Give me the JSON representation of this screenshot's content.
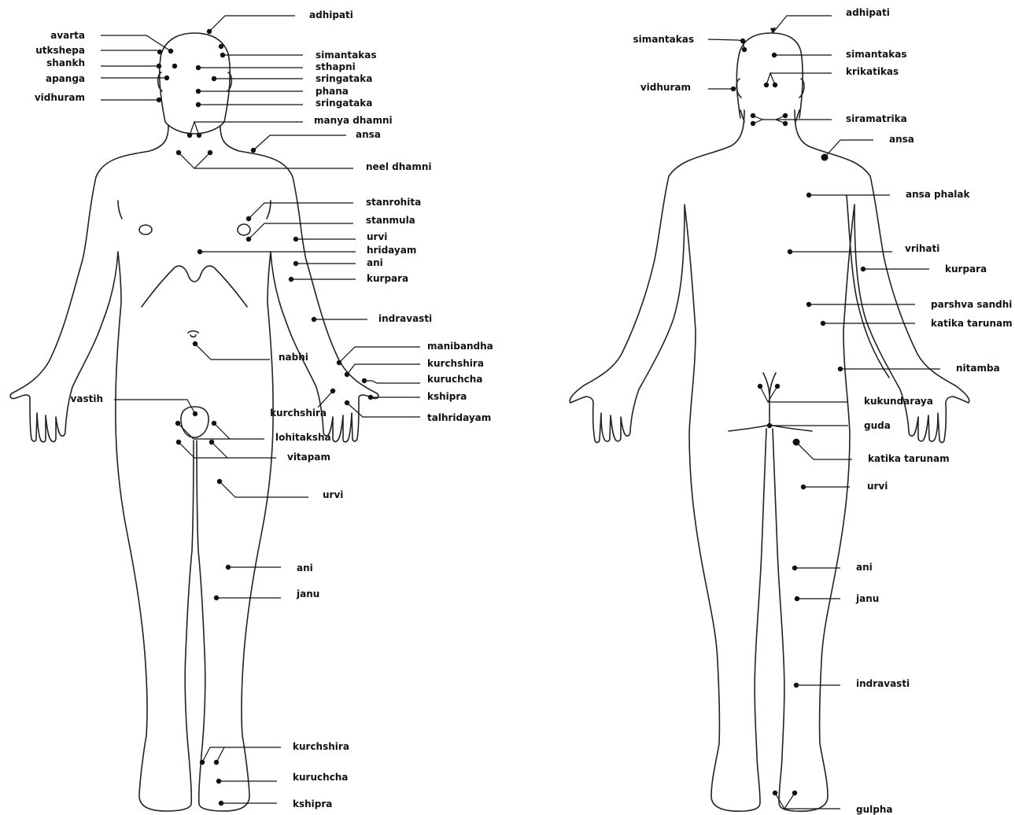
{
  "figures": [
    {
      "view": "front",
      "labels": {
        "adhipati": "adhipati",
        "avarta": "avarta",
        "utkshepa": "utkshepa",
        "shankh": "shankh",
        "apanga": "apanga",
        "vidhuram": "vidhuram",
        "simantakas": "simantakas",
        "sthapni": "sthapni",
        "sringataka_1": "sringataka",
        "phana": "phana",
        "sringataka_2": "sringataka",
        "manya_dhamni": "manya dhamni",
        "ansa": "ansa",
        "neel_dhamni": "neel dhamni",
        "stanrohita": "stanrohita",
        "stanmula": "stanmula",
        "urvi_arm": "urvi",
        "hridayam": "hridayam",
        "ani_arm": "ani",
        "kurpara": "kurpara",
        "indravasti_arm": "indravasti",
        "manibandha": "manibandha",
        "kurchshira_hand": "kurchshira",
        "kuruchcha_hand": "kuruchcha",
        "kshipra_hand": "kshipra",
        "kurchshira_palm": "kurchshira",
        "talhridayam": "talhridayam",
        "nabhi": "nabhi",
        "vastih": "vastih",
        "lohitaksha": "lohitaksha",
        "vitapam": "vitapam",
        "urvi_leg": "urvi",
        "ani_leg": "ani",
        "janu": "janu",
        "kurchshira_foot": "kurchshira",
        "kuruchcha_foot": "kuruchcha",
        "kshipra_foot": "kshipra"
      }
    },
    {
      "view": "back",
      "labels": {
        "adhipati": "adhipati",
        "simantakas_left": "simantakas",
        "simantakas_right": "simantakas",
        "krikatikas": "krikatikas",
        "vidhuram": "vidhuram",
        "siramatrika": "siramatrika",
        "ansa": "ansa",
        "ansa_phalak": "ansa phalak",
        "vrihati": "vrihati",
        "kurpara": "kurpara",
        "parshva_sandhi": "parshva sandhi",
        "katika_tarunam_1": "katika tarunam",
        "nitamba": "nitamba",
        "kukundaraya": "kukundaraya",
        "guda": "guda",
        "katika_tarunam_2": "katika tarunam",
        "urvi": "urvi",
        "ani": "ani",
        "janu": "janu",
        "indravasti": "indravasti",
        "gulpha": "gulpha"
      }
    }
  ],
  "colors": {
    "line": "#111111",
    "outline": "#222222",
    "background": "#ffffff"
  }
}
